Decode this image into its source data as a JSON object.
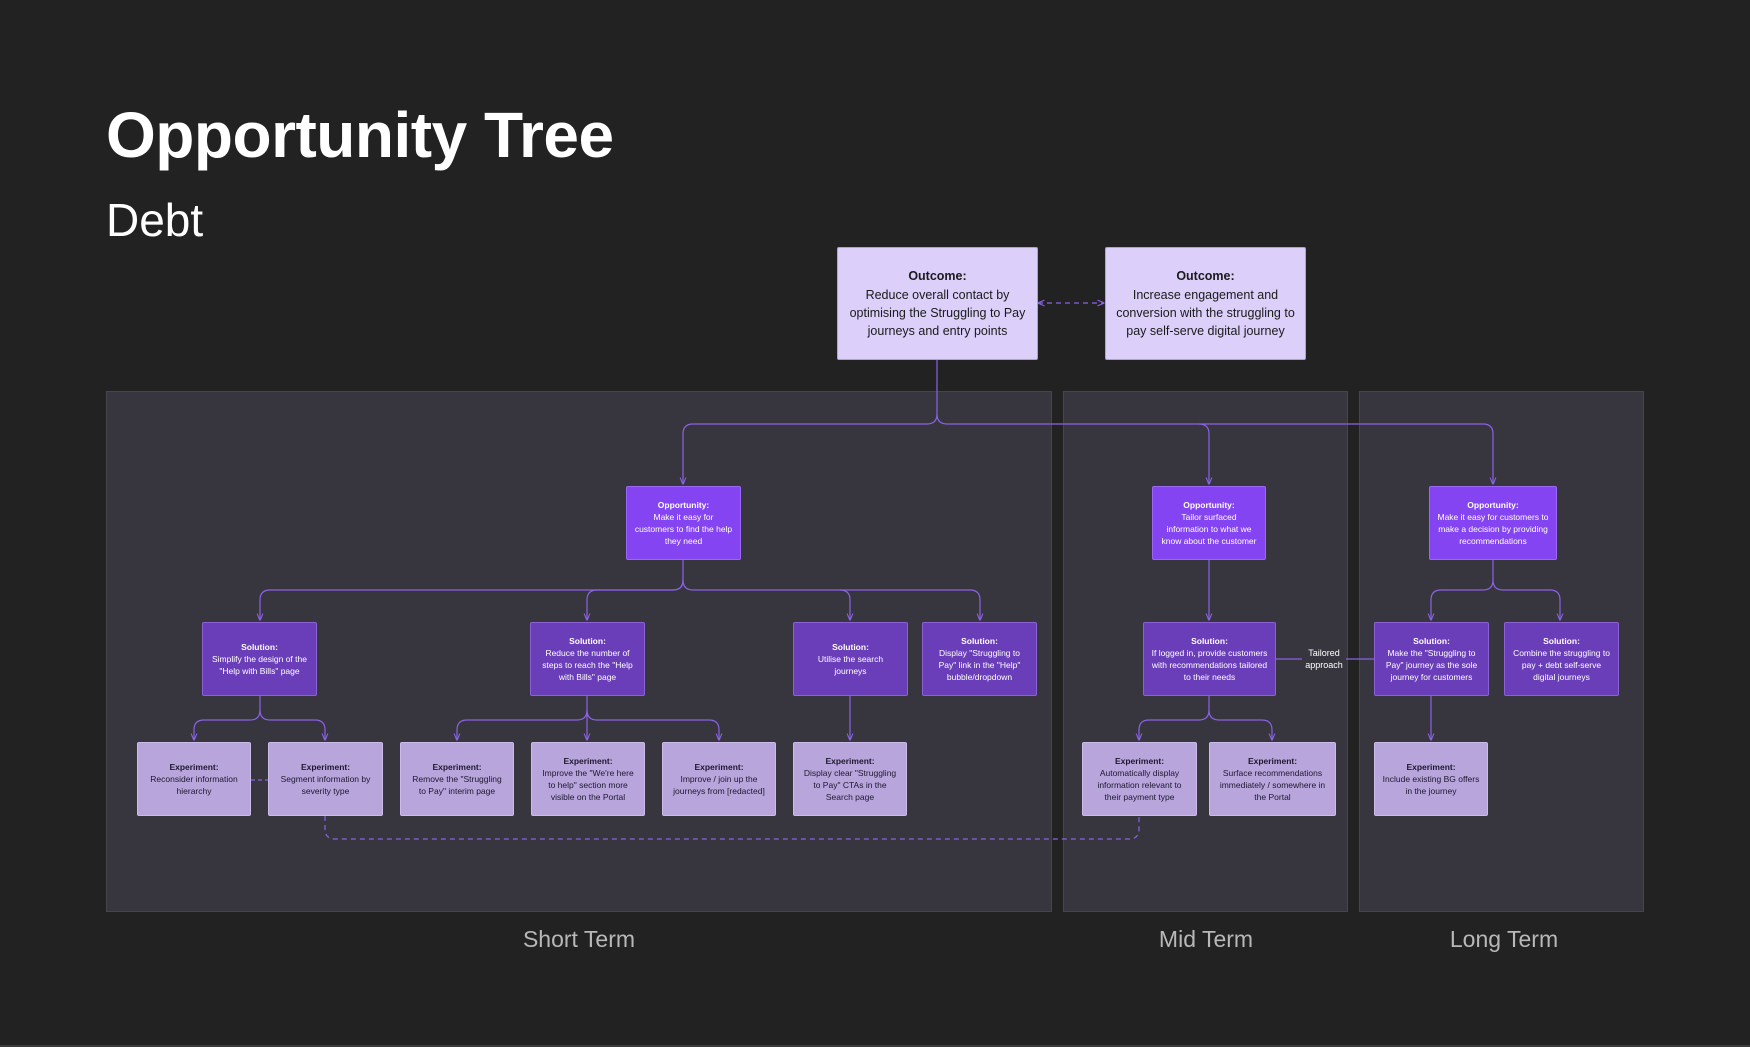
{
  "title": "Opportunity Tree",
  "subtitle": "Debt",
  "colors": {
    "background": "#222222",
    "region": "#37353d",
    "connector": "#8a62e6",
    "outcome": "#dcd0fb",
    "opportunity": "#8444f2",
    "solution": "#6a3eb8",
    "experiment": "#b7a5db"
  },
  "regions": [
    {
      "label": "Short Term"
    },
    {
      "label": "Mid Term"
    },
    {
      "label": "Long Term"
    }
  ],
  "outcomes": [
    {
      "title": "Outcome:",
      "text": "Reduce overall contact by optimising the Struggling to Pay journeys and entry points"
    },
    {
      "title": "Outcome:",
      "text": "Increase engagement and conversion with the struggling to pay self-serve digital journey"
    }
  ],
  "opportunities": [
    {
      "title": "Opportunity:",
      "text": "Make it easy for customers to find the help they need"
    },
    {
      "title": "Opportunity:",
      "text": "Tailor surfaced information to what we know about the customer"
    },
    {
      "title": "Opportunity:",
      "text": "Make it easy for customers to make a decision by providing recommendations"
    }
  ],
  "solutions": [
    {
      "title": "Solution:",
      "text": "Simplify the design of the \"Help with Bills\" page"
    },
    {
      "title": "Solution:",
      "text": "Reduce the number of steps to reach the \"Help with Bills\" page"
    },
    {
      "title": "Solution:",
      "text": "Utilise the search journeys"
    },
    {
      "title": "Solution:",
      "text": "Display \"Struggling to Pay\" link in the \"Help\" bubble/dropdown"
    },
    {
      "title": "Solution:",
      "text": "If logged in, provide customers with recommendations tailored to their needs"
    },
    {
      "title": "Solution:",
      "text": "Make the \"Struggling to Pay\" journey as the sole journey for customers"
    },
    {
      "title": "Solution:",
      "text": "Combine the struggling to pay + debt self-serve digital journeys"
    }
  ],
  "experiments": [
    {
      "title": "Experiment:",
      "text": "Reconsider information hierarchy"
    },
    {
      "title": "Experiment:",
      "text": "Segment information by severity type"
    },
    {
      "title": "Experiment:",
      "text": "Remove the \"Struggling to Pay\" interim page"
    },
    {
      "title": "Experiment:",
      "text": "Improve the \"We're here to help\" section more visible on the Portal"
    },
    {
      "title": "Experiment:",
      "text": "Improve / join up the journeys from [redacted]"
    },
    {
      "title": "Experiment:",
      "text": "Display clear \"Struggling to Pay\" CTAs in the Search page"
    },
    {
      "title": "Experiment:",
      "text": "Automatically display information relevant to their payment type"
    },
    {
      "title": "Experiment:",
      "text": "Surface recommendations immediately / somewhere in the Portal"
    },
    {
      "title": "Experiment:",
      "text": "Include existing BG offers in the journey"
    }
  ],
  "connector_label": "Tailored approach"
}
